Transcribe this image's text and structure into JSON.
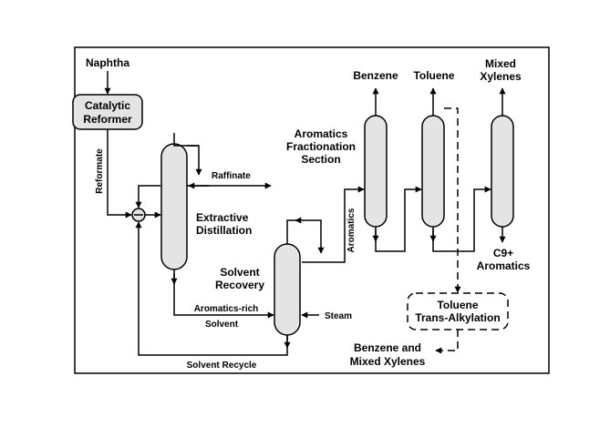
{
  "inputs": {
    "naphtha": "Naphtha",
    "steam": "Steam"
  },
  "units": {
    "catalytic_reformer": [
      "Catalytic",
      "Reformer"
    ],
    "extractive_distillation": [
      "Extractive",
      "Distillation"
    ],
    "solvent_recovery": [
      "Solvent",
      "Recovery"
    ],
    "aromatics_fractionation": [
      "Aromatics",
      "Fractionation",
      "Section"
    ],
    "toluene_transalkylation": [
      "Toluene",
      "Trans-Alkylation"
    ]
  },
  "streams": {
    "reformate": "Reformate",
    "raffinate": "Raffinate",
    "aromatics": "Aromatics",
    "aromatics_rich_solvent": [
      "Aromatics-rich",
      "Solvent"
    ],
    "solvent_recycle": "Solvent Recycle"
  },
  "products": {
    "benzene": "Benzene",
    "toluene": "Toluene",
    "mixed_xylenes": [
      "Mixed",
      "Xylenes"
    ],
    "c9_aromatics": [
      "C9+",
      "Aromatics"
    ],
    "benzene_and_mixed_xylenes": [
      "Benzene and",
      "Mixed Xylenes"
    ]
  },
  "colors": {
    "vessel_fill": "#e4e4e4",
    "line": "#000000",
    "frame": "#000000"
  }
}
